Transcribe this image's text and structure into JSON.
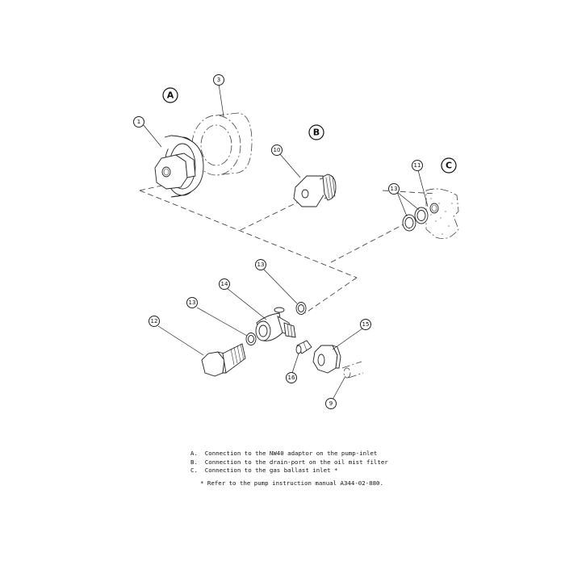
{
  "diagram": {
    "groups": {
      "a": {
        "letter": "A"
      },
      "b": {
        "letter": "B"
      },
      "c": {
        "letter": "C"
      }
    },
    "callouts": {
      "p1": "1",
      "p3": "3",
      "p9": "9",
      "p10": "10",
      "p11": "11",
      "p12": "12",
      "p13_left": "13",
      "p13_top": "13",
      "p13_right": "13",
      "p14": "14",
      "p15": "15",
      "p16": "16"
    }
  },
  "notes": {
    "items": [
      "A.  Connection to the NW40 adaptor on the pump-inlet",
      "B.  Connection to the drain-port on the oil mist filter",
      "C.  Connection to the gas ballast inlet *"
    ],
    "footnote": "* Refer to the pump instruction manual A344-02-880."
  }
}
